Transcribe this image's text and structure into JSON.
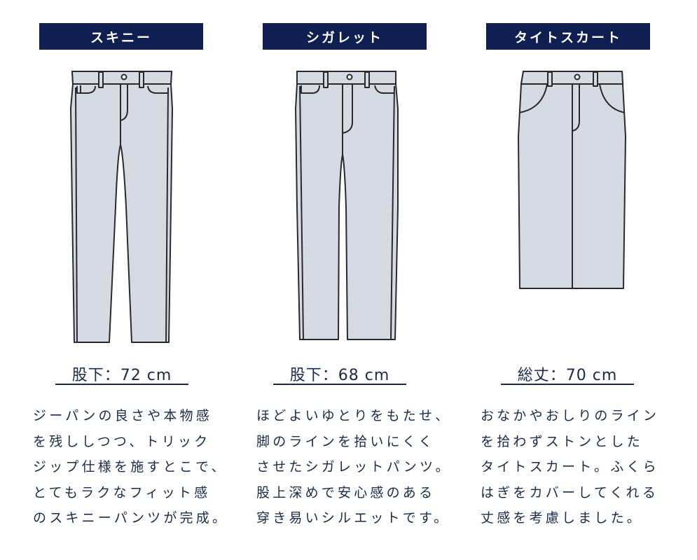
{
  "colors": {
    "header_bg": "#0f1f52",
    "header_text": "#ffffff",
    "garment_fill": "#d5dae3",
    "garment_stroke": "#2a2a2e",
    "text": "#1c2a48"
  },
  "items": [
    {
      "title": "スキニー",
      "icon": "skinny-pants-icon",
      "measure": "股下：72 cm",
      "description_lines": [
        "ジーパンの良さや本物感",
        "を残ししつつ、トリック",
        "ジップ仕様を施すとこで、",
        "とてもラクなフィット感",
        "のスキニーパンツが完成。"
      ]
    },
    {
      "title": "シガレット",
      "icon": "cigarette-pants-icon",
      "measure": "股下：68 cm",
      "description_lines": [
        "ほどよいゆとりをもたせ、",
        "脚のラインを拾いにくく",
        "させたシガレットパンツ。",
        "股上深めで安心感のある",
        "穿き易いシルエットです。"
      ]
    },
    {
      "title": "タイトスカート",
      "icon": "tight-skirt-icon",
      "measure": "総丈：70 cm",
      "description_lines": [
        "おなかやおしりのライン",
        "を拾わずストンとした",
        "タイトスカート。ふくら",
        "はぎをカバーしてくれる",
        "丈感を考慮しました。"
      ]
    }
  ]
}
